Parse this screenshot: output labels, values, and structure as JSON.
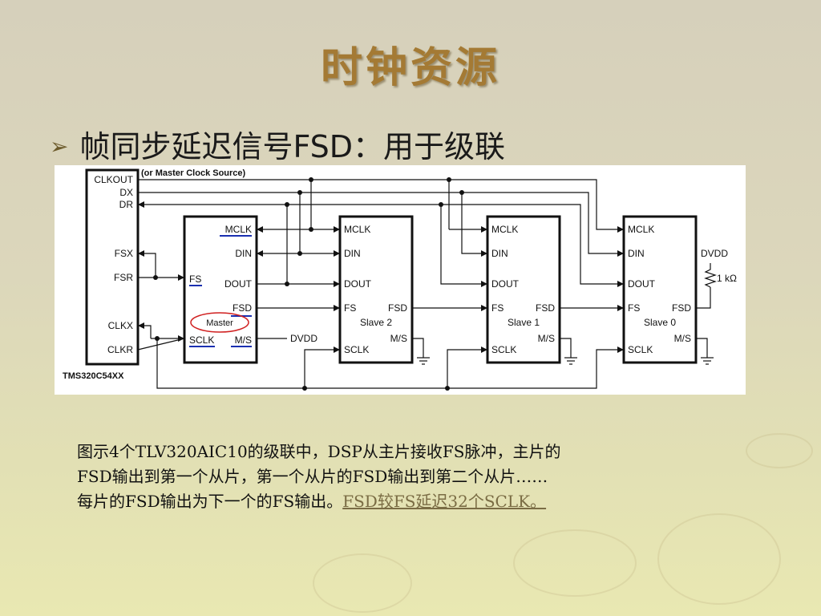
{
  "slide": {
    "title": "时钟资源",
    "bullet": "帧同步延迟信号FSD：用于级联",
    "caption_line1": "图示4个TLV320AIC10的级联中，DSP从主片接收FS脉冲，主片的",
    "caption_line2": "FSD输出到第一个从片，第一个从片的FSD输出到第二个从片……",
    "caption_line3": "每片的FSD输出为下一个的FS输出。",
    "caption_link": "FSD较FS延迟32个SCLK。"
  },
  "diagram": {
    "dsp": {
      "pins": [
        "CLKOUT",
        "DX",
        "DR",
        "FSX",
        "FSR",
        "CLKX",
        "CLKR"
      ],
      "name": "TMS320C54XX",
      "note": "(or Master Clock Source)"
    },
    "master": {
      "pins": [
        "MCLK",
        "DIN",
        "DOUT",
        "FSD",
        "FS",
        "SCLK",
        "M/S"
      ],
      "oval": "Master",
      "dvdd": "DVDD"
    },
    "slave2": {
      "pins": [
        "MCLK",
        "DIN",
        "DOUT",
        "FS",
        "FSD",
        "M/S",
        "SCLK"
      ],
      "name": "Slave 2"
    },
    "slave1": {
      "pins": [
        "MCLK",
        "DIN",
        "DOUT",
        "FS",
        "FSD",
        "M/S",
        "SCLK"
      ],
      "name": "Slave 1"
    },
    "slave0": {
      "pins": [
        "MCLK",
        "DIN",
        "DOUT",
        "FS",
        "FSD",
        "M/S",
        "SCLK"
      ],
      "name": "Slave 0"
    },
    "pullup": {
      "supply": "DVDD",
      "resistor": "1 kΩ"
    }
  },
  "colors": {
    "title": "#a47a34",
    "wire": "#111111",
    "highlight": "#1a2fb0",
    "oval": "#d02020"
  }
}
